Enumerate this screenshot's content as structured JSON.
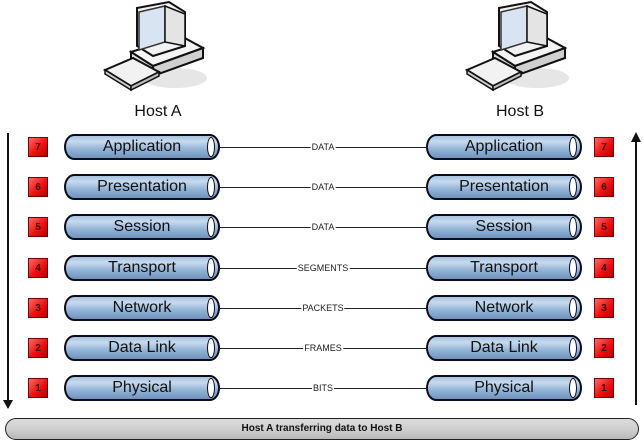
{
  "hosts": {
    "left": {
      "label": "Host A",
      "icon": "desktop-computer-icon"
    },
    "right": {
      "label": "Host B",
      "icon": "desktop-computer-icon"
    }
  },
  "layers": [
    {
      "number": "7",
      "name": "Application",
      "pdu": "DATA"
    },
    {
      "number": "6",
      "name": "Presentation",
      "pdu": "DATA"
    },
    {
      "number": "5",
      "name": "Session",
      "pdu": "DATA"
    },
    {
      "number": "4",
      "name": "Transport",
      "pdu": "SEGMENTS"
    },
    {
      "number": "3",
      "name": "Network",
      "pdu": "PACKETS"
    },
    {
      "number": "2",
      "name": "Data Link",
      "pdu": "FRAMES"
    },
    {
      "number": "1",
      "name": "Physical",
      "pdu": "BITS"
    }
  ],
  "flow": {
    "left_direction": "down",
    "right_direction": "up"
  },
  "caption": "Host A transferring data to Host B",
  "colors": {
    "badge": "#e81414",
    "cylinder": "#93b3d6",
    "caption_bar": "#cfcfcf"
  }
}
